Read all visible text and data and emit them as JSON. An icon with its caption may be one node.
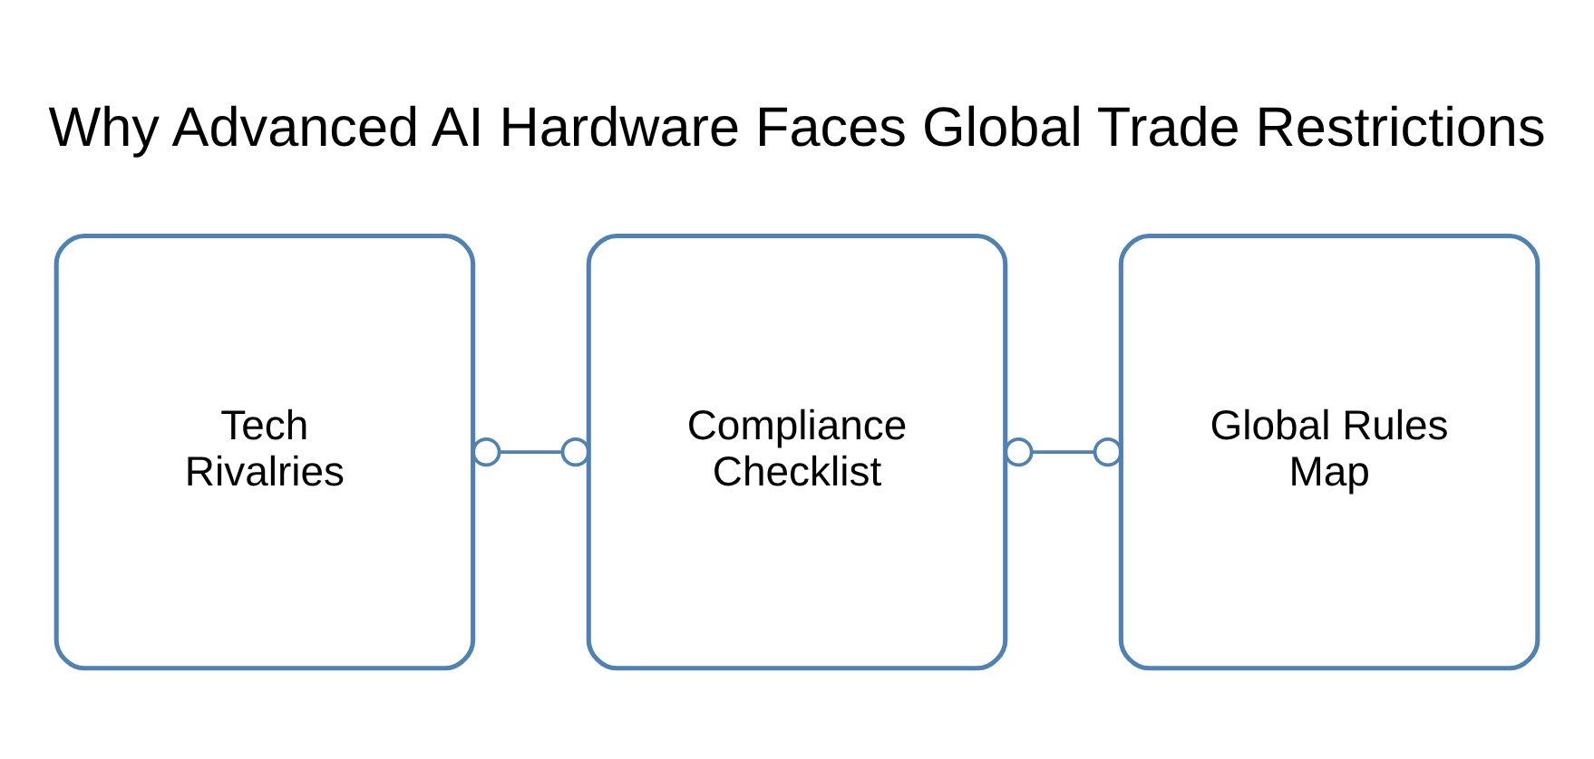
{
  "diagram": {
    "title": "Why Advanced AI Hardware Faces Global Trade Restrictions",
    "nodes": [
      {
        "text": [
          "Tech Rivalries"
        ]
      },
      {
        "text": [
          "Compliance Checklist"
        ]
      },
      {
        "text": [
          "Global Rules Map"
        ]
      }
    ],
    "edges": [
      {
        "from": 0,
        "to": 1,
        "arrow": "other"
      },
      {
        "from": 1,
        "to": 2,
        "arrow": "other"
      }
    ]
  }
}
